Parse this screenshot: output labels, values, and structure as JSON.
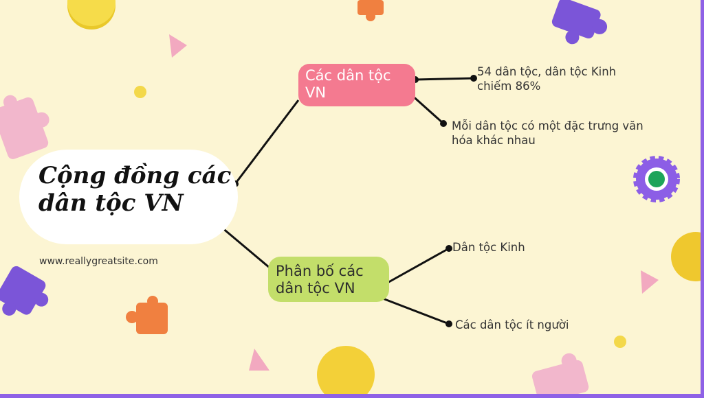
{
  "main": {
    "title": "Cộng đồng các dân tộc VN",
    "website": "www.reallygreatsite.com"
  },
  "branches": [
    {
      "label": "Các dân tộc VN",
      "children": [
        "54 dân tộc, dân tộc Kinh chiếm  86%",
        "Mỗi dân tộc có một đặc trưng văn hóa khác nhau"
      ]
    },
    {
      "label": "Phân bố các dân tộc VN",
      "children": [
        "Dân tộc Kinh",
        "Các dân tộc ít người"
      ]
    }
  ],
  "colors": {
    "background": "#fcf5d3",
    "branch1": "#f47a90",
    "branch2": "#c3de6a",
    "frame": "#8e61e6",
    "connector": "#111111"
  },
  "decorations": [
    "puzzle-piece-icon",
    "triangle-icon",
    "circle-icon",
    "gear-icon"
  ]
}
